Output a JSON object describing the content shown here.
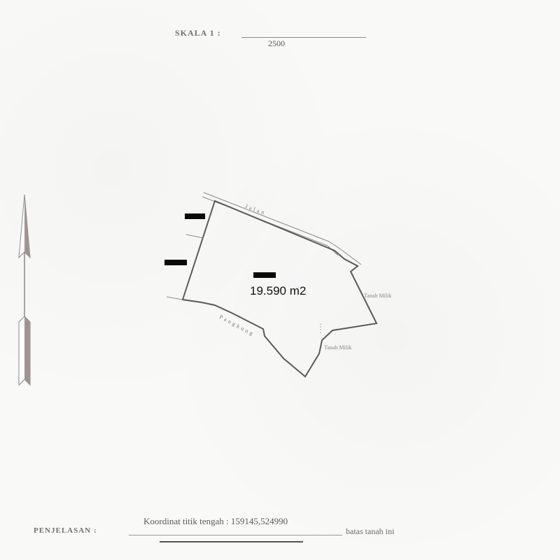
{
  "header": {
    "scale_label": "SKALA 1 :",
    "scale_value": "2500"
  },
  "map": {
    "area": "19.590 m2",
    "labels": {
      "road": "Jalan",
      "stream": "Pangkung",
      "east_neighbor": "Tanah Milik",
      "south_neighbor": "Tanah Milik"
    },
    "north_arrow": "north-arrow-icon",
    "line_color": "#5a5a5a",
    "redaction_color": "#0a0a0a"
  },
  "footer": {
    "coordinates": "Koordinat titik tengah : 159145,524990",
    "penjelasan_label": "PENJELASAN :",
    "batas_text": "batas tanah ini"
  }
}
